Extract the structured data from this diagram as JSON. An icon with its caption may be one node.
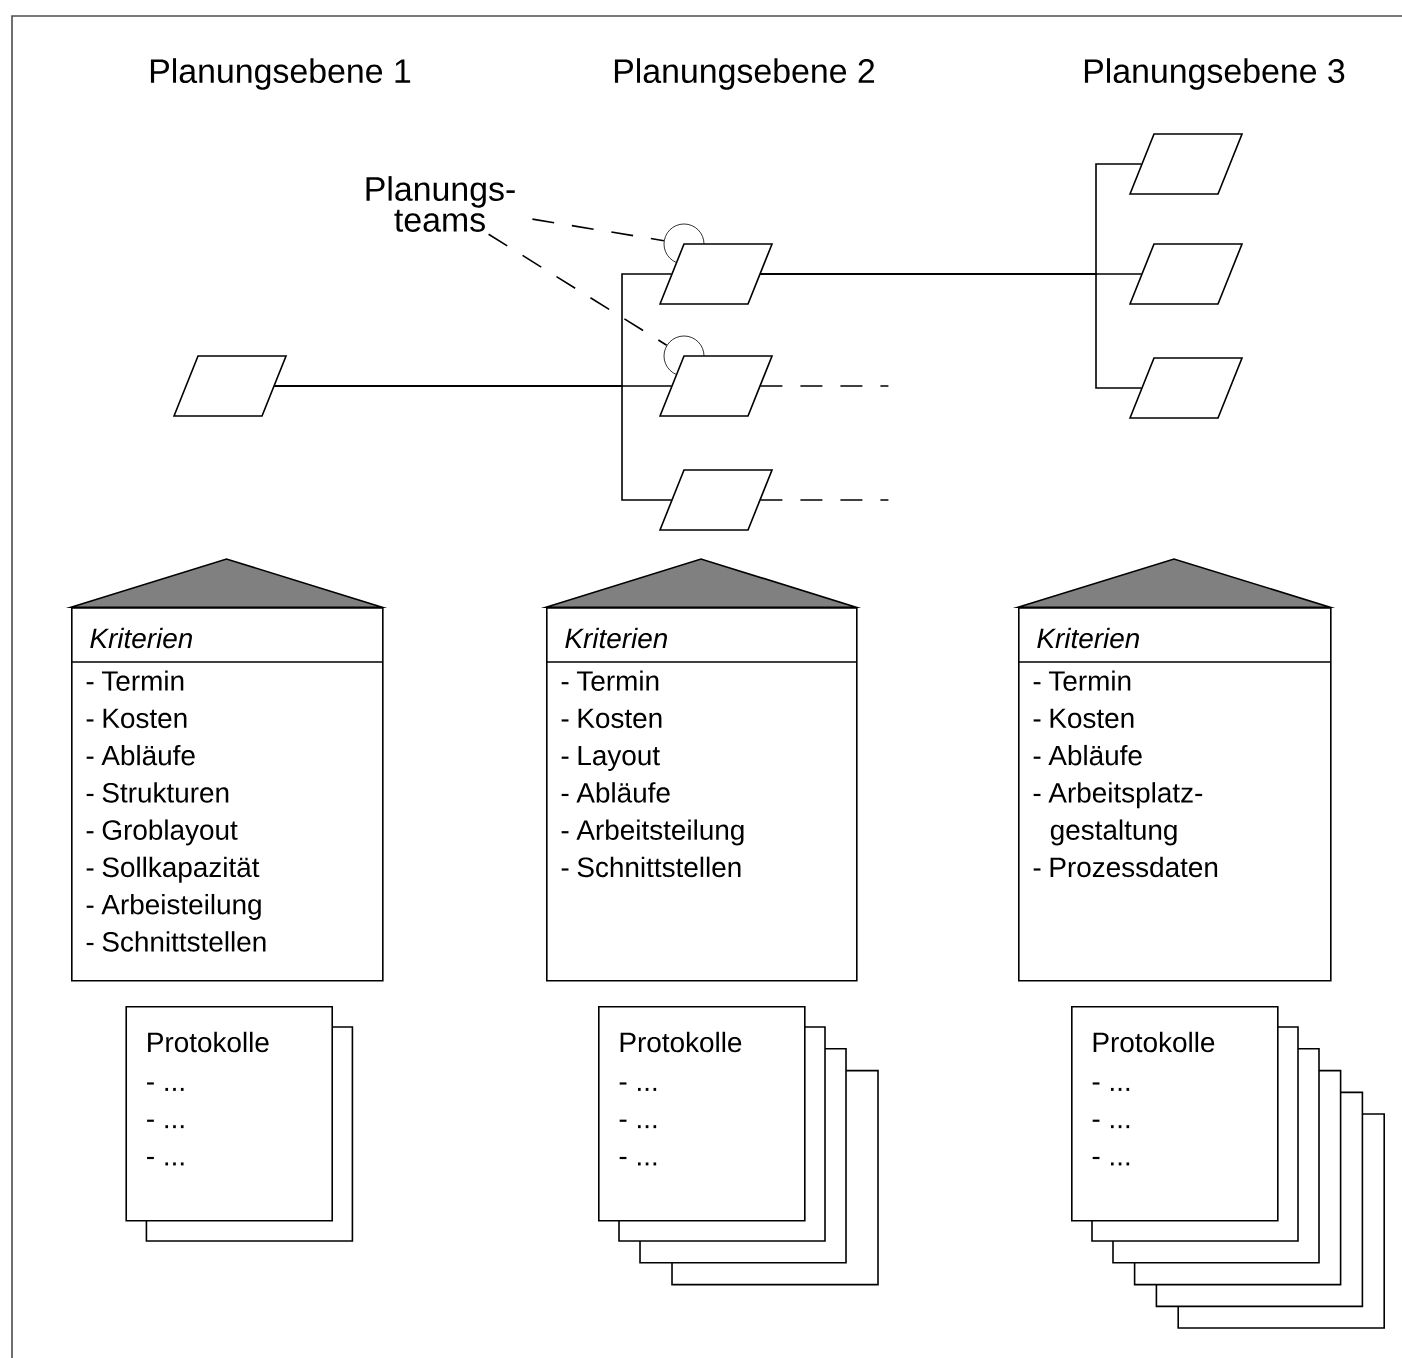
{
  "diagram": {
    "nodes": [
      {
        "text": [
          "Planungs- teams"
        ]
      },
      {
        "text": [],
        "shape": "circle"
      },
      {
        "text": [],
        "shape": "circle"
      },
      {
        "text": [],
        "shape": "parallelogram"
      },
      {
        "text": [],
        "shape": "parallelogram"
      },
      {
        "text": [],
        "shape": "parallelogram"
      },
      {
        "text": [],
        "shape": "parallelogram"
      },
      {
        "text": [],
        "shape": "parallelogram"
      },
      {
        "text": [],
        "shape": "parallelogram"
      },
      {
        "text": [],
        "shape": "parallelogram"
      },
      {
        "text": [
          "Kriterien",
          "- Termin",
          "- Kosten",
          "- Abläufe",
          "- Strukturen",
          "- Groblayout",
          "- Sollkapazität",
          "- Arbeisteilung",
          "- Schnittstellen"
        ]
      },
      {
        "text": [
          "Kriterien",
          "- Termin",
          "- Kosten",
          "- Layout",
          "- Abläufe",
          "- Arbeitsteilung",
          "- Schnittstellen"
        ]
      },
      {
        "text": [
          "Kriterien",
          "- Termin",
          "- Kosten",
          "- Abläufe",
          "- Arbeitsplatz- gestaltung",
          "- Prozessdaten"
        ]
      },
      {
        "text": [
          "Protokolle",
          "- ...",
          "- ...",
          "- ..."
        ]
      },
      {
        "text": [
          "Protokolle",
          "- ...",
          "- ...",
          "- ..."
        ]
      },
      {
        "text": [
          "Protokolle",
          "- ...",
          "- ...",
          "- ..."
        ]
      }
    ],
    "edges": [
      {
        "from": 3,
        "to": 4,
        "arrow": "none"
      },
      {
        "from": 3,
        "to": 5,
        "arrow": "none"
      },
      {
        "from": 3,
        "to": 6,
        "arrow": "none"
      },
      {
        "from": 4,
        "to": 7,
        "arrow": "none"
      },
      {
        "from": 4,
        "to": 8,
        "arrow": "none"
      },
      {
        "from": 4,
        "to": 9,
        "arrow": "none"
      },
      {
        "from": 5,
        "to": null,
        "arrow": "none",
        "style": "dashed"
      },
      {
        "from": 6,
        "to": null,
        "arrow": "none",
        "style": "dashed"
      },
      {
        "from": 0,
        "to": 1,
        "arrow": "none",
        "style": "dashed"
      },
      {
        "from": 0,
        "to": 2,
        "arrow": "none",
        "style": "dashed"
      }
    ],
    "labels": [
      "Planungsebene 1",
      "Planungsebene 2",
      "Planungsebene 3"
    ]
  }
}
